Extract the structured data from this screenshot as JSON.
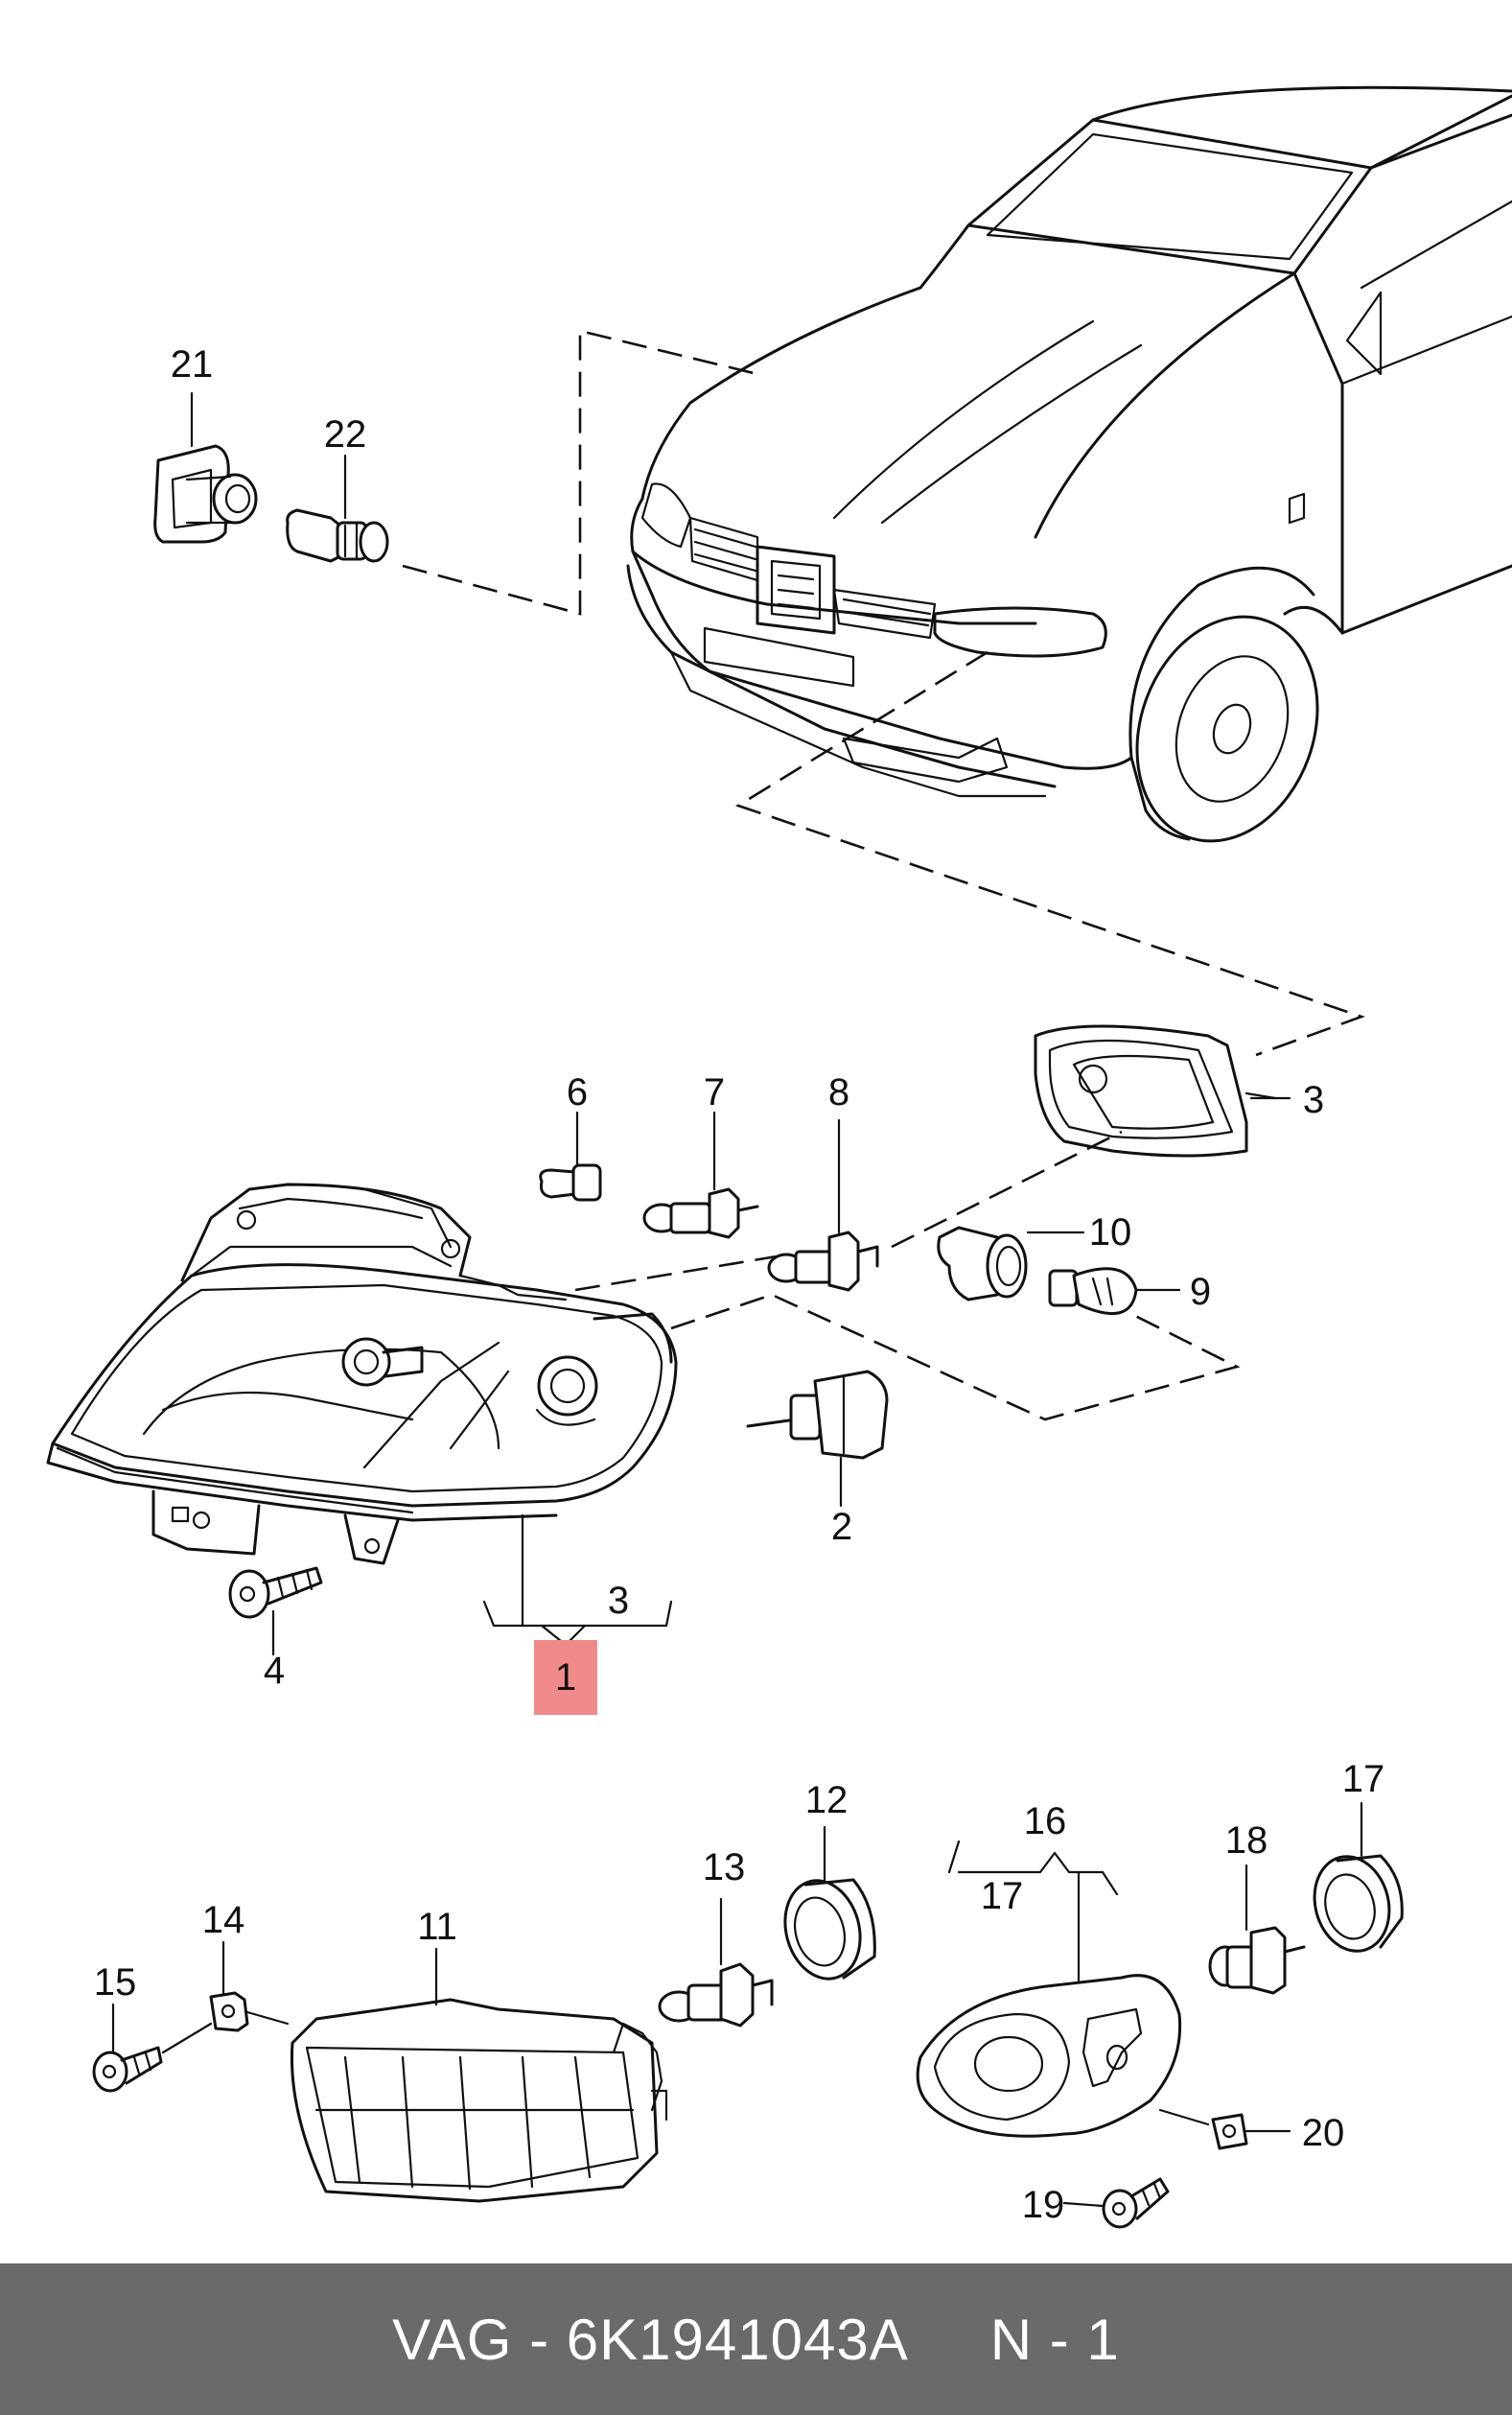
{
  "labels": {
    "l1": "1",
    "l2": "2",
    "l3a": "3",
    "l3b": "3",
    "l4": "4",
    "l6": "6",
    "l7": "7",
    "l8": "8",
    "l9": "9",
    "l10": "10",
    "l11": "11",
    "l12": "12",
    "l13": "13",
    "l14": "14",
    "l15": "15",
    "l16": "16",
    "l17a": "17",
    "l17b": "17",
    "l18": "18",
    "l19": "19",
    "l20": "20",
    "l21": "21",
    "l22": "22"
  },
  "highlight_color": "#f08a8a",
  "footer": {
    "text": "VAG - 6K1941043A     N - 1"
  }
}
